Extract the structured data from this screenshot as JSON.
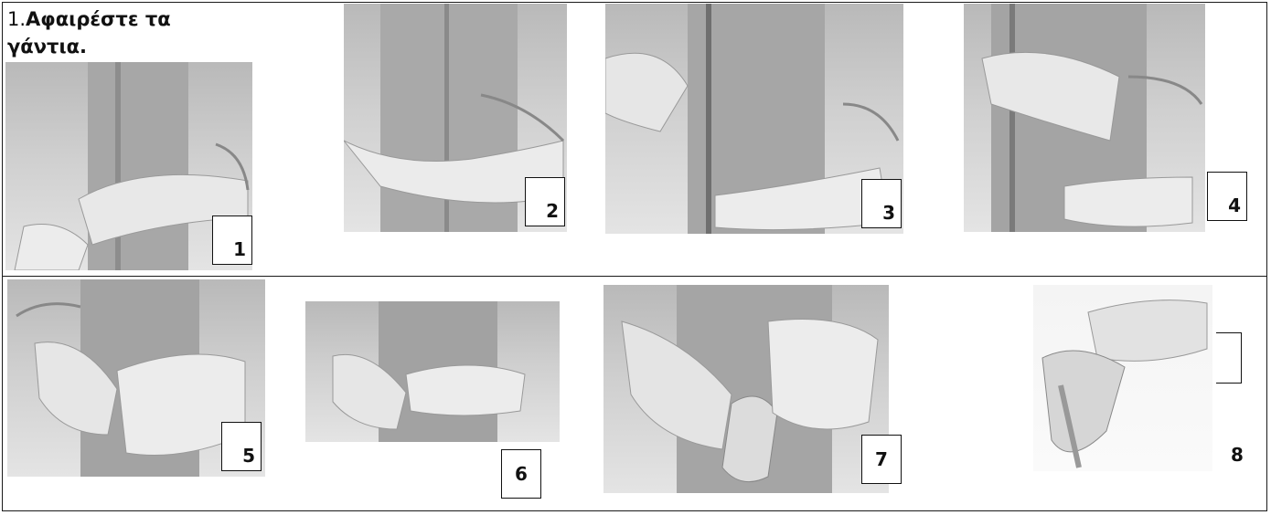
{
  "instruction": {
    "number": "1.",
    "text_line1": "Αφαιρέστε τα",
    "text_line2": "γάντια."
  },
  "steps": [
    {
      "label": "1",
      "illustration": "hand-grasping-glove-cuff"
    },
    {
      "label": "2",
      "illustration": "pinching-outside-of-glove"
    },
    {
      "label": "3",
      "illustration": "peeling-glove-off-hand"
    },
    {
      "label": "4",
      "illustration": "holding-removed-glove"
    },
    {
      "label": "5",
      "illustration": "finger-under-wrist-cuff"
    },
    {
      "label": "6",
      "illustration": "sliding-finger-inside-glove"
    },
    {
      "label": "7",
      "illustration": "peeling-second-glove-over-first"
    },
    {
      "label": "8",
      "illustration": "both-gloves-inside-out"
    }
  ],
  "colors": {
    "border": "#1a1a1a",
    "photo_tone": "#c8c8c8"
  }
}
